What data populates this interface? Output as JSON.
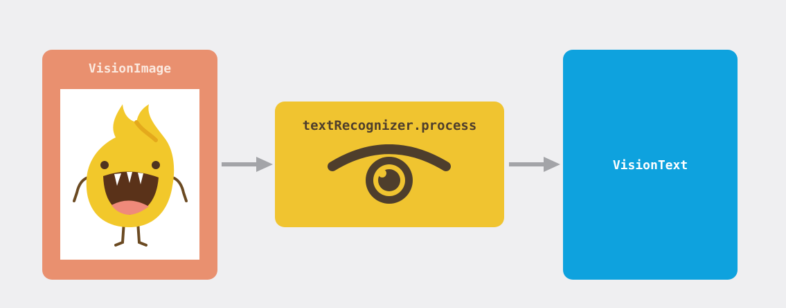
{
  "diagram": {
    "input": {
      "label": "VisionImage",
      "image": "mascot-flame-character"
    },
    "process": {
      "label": "textRecognizer.process",
      "icon": "eye-icon"
    },
    "output": {
      "label": "VisionText"
    },
    "connector": "arrow-right-icon"
  },
  "colors": {
    "background": "#efeff1",
    "input_box": "#e9906f",
    "process_box": "#f0c430",
    "output_box": "#0ea2de",
    "arrow": "#a3a4a8",
    "eye": "#4e3e2c"
  }
}
